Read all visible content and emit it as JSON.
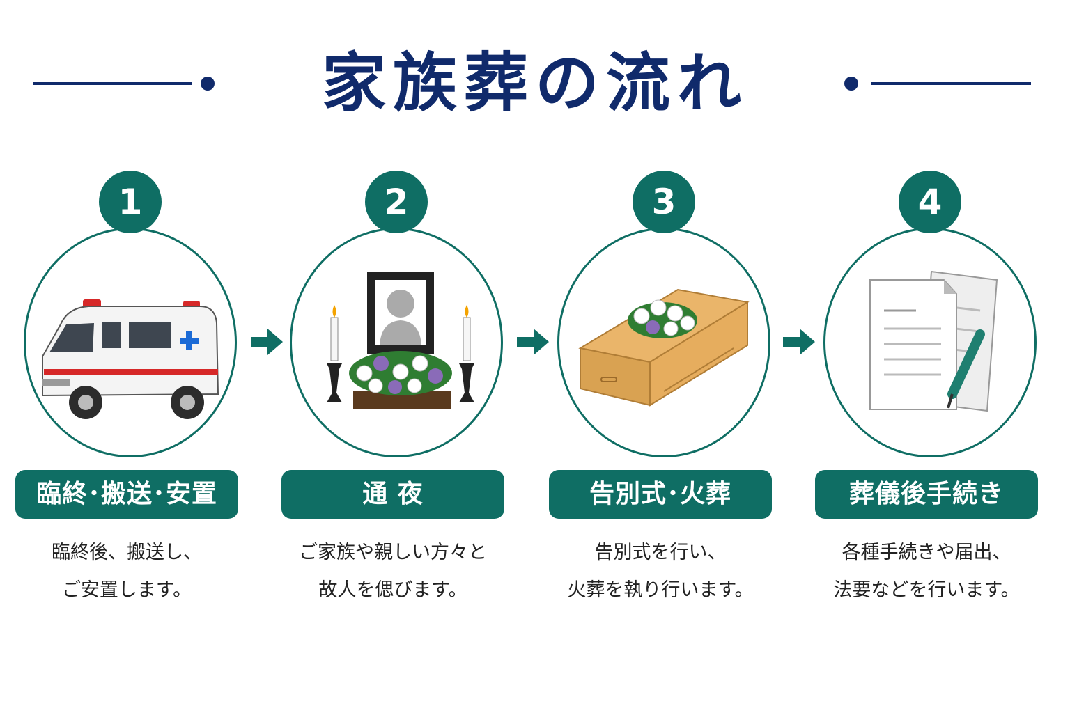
{
  "title": "家族葬の流れ",
  "colors": {
    "title": "#102a6b",
    "accent": "#0f6e64"
  },
  "steps": [
    {
      "number": "1",
      "label": "臨終･搬送･安置",
      "desc_line1": "臨終後、搬送し、",
      "desc_line2": "ご安置します。",
      "icon": "ambulance-icon"
    },
    {
      "number": "2",
      "label": "通 夜",
      "desc_line1": "ご家族や親しい方々と",
      "desc_line2": "故人を偲びます。",
      "icon": "memorial-altar-icon"
    },
    {
      "number": "3",
      "label": "告別式･火葬",
      "desc_line1": "告別式を行い、",
      "desc_line2": "火葬を執り行います。",
      "icon": "coffin-icon"
    },
    {
      "number": "4",
      "label": "葬儀後手続き",
      "desc_line1": "各種手続きや届出、",
      "desc_line2": "法要などを行います。",
      "icon": "documents-pen-icon"
    }
  ]
}
